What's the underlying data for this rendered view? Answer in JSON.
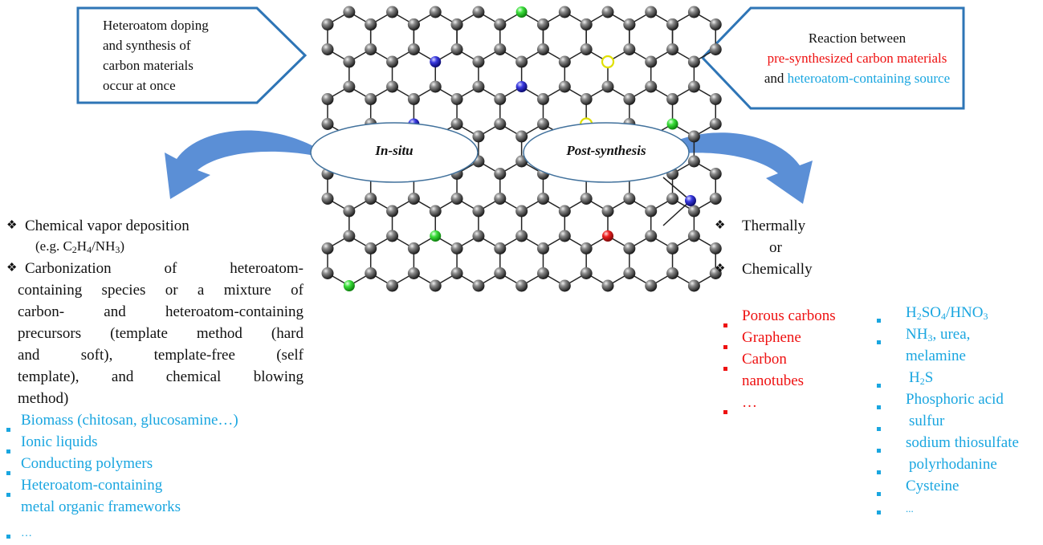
{
  "left_callout": {
    "lines": [
      "Heteroatom doping",
      "and synthesis of",
      "carbon materials",
      "occur at once"
    ]
  },
  "right_callout": {
    "line1": "Reaction between",
    "line2": "pre-synthesized carbon materials",
    "line3_prefix": "and ",
    "line3_blue": "heteroatom-containing source"
  },
  "ellipses": {
    "insitu": "In-situ",
    "post": "Post-synthesis"
  },
  "left_list": {
    "bullet_glyph": "❖",
    "cvd_line1": "Chemical vapor deposition",
    "cvd_eg_prefix": "(e.g. C",
    "cvd_sub1": "2",
    "cvd_mid1": "H",
    "cvd_sub2": "4",
    "cvd_mid2": "/NH",
    "cvd_sub3": "3",
    "cvd_end": ")",
    "carb_lines": [
      "Carbonization of heteroatom-",
      "containing species or a mixture of",
      "carbon- and heteroatom-containing",
      "precursors (template method (hard",
      "and soft), template-free (self",
      "template), and chemical blowing",
      "method)"
    ],
    "blue_items": [
      "Biomass (chitosan, glucosamine…)",
      "Ionic liquids",
      "Conducting polymers",
      "Heteroatom-containing",
      "metal organic frameworks"
    ],
    "last_item": "…"
  },
  "right_methods": {
    "bullet_glyph": "❖",
    "thermally": "Thermally",
    "or": "or",
    "chemically": "Chemically"
  },
  "red_list": [
    "Porous carbons",
    "Graphene",
    "Carbon",
    "nanotubes",
    "…"
  ],
  "blue_list": {
    "acid_prefix": "H",
    "acid_sub1": "2",
    "acid_mid1": "SO",
    "acid_sub2": "4",
    "acid_end": "/HNO",
    "acid_sub3": "3",
    "nh_prefix": "NH",
    "nh_sub": "3",
    "nh_end": ", urea,",
    "melamine": "melamine",
    "h2s_prefix": "H",
    "h2s_sub": "2",
    "h2s_end": "S",
    "items": [
      "Phosphoric acid",
      "sulfur",
      "sodium thiosulfate",
      "polyrhodanine",
      "Cysteine",
      "..."
    ]
  },
  "colors": {
    "callout_border": "#2e75b6",
    "arrow": "#5b8fd6",
    "atom_carbon": "#3a3a3a",
    "atom_nitrogen": "#2a2ad8",
    "atom_green": "#33dd33",
    "atom_yellow": "#f2f200",
    "atom_red": "#e81818",
    "red_text": "#ee1111",
    "blue_text": "#1aa6e0"
  }
}
